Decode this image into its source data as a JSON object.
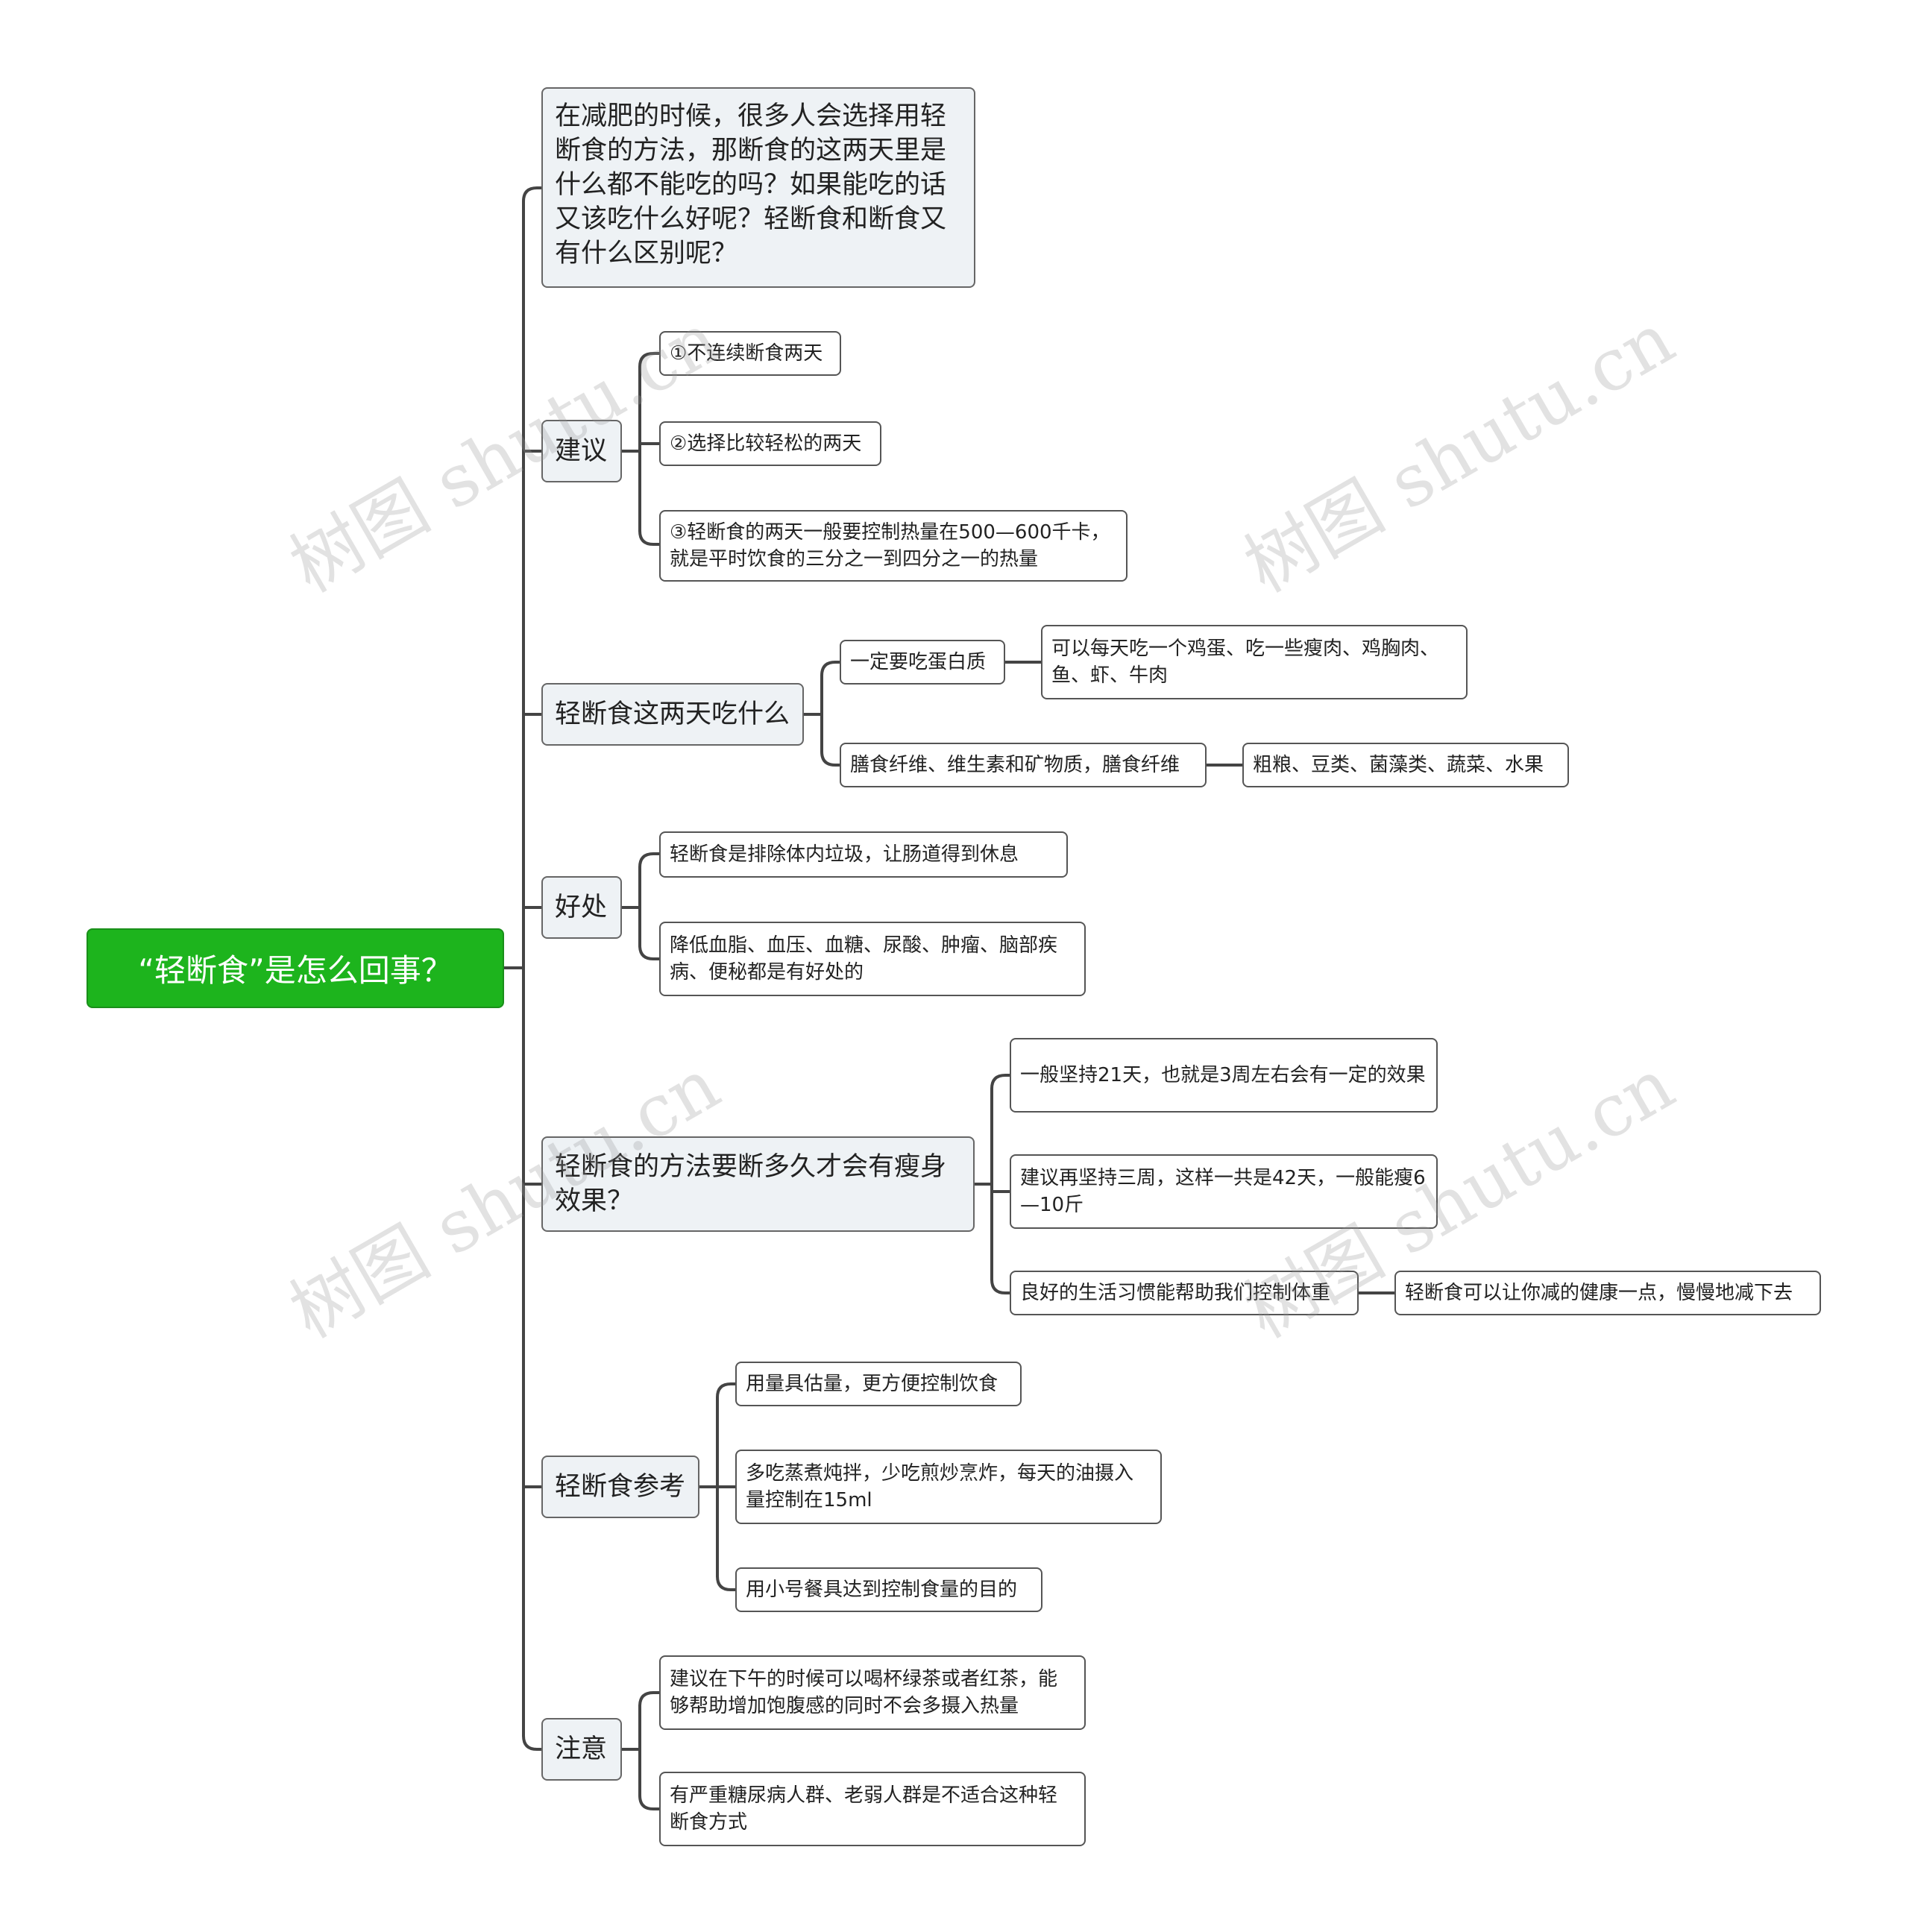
{
  "root": "“轻断食”是怎么回事？",
  "intro": "在减肥的时候，很多人会选择用轻断食的方法，那断食的这两天里是什么都不能吃的吗？如果能吃的话又该吃什么好呢？轻断食和断食又有什么区别呢？",
  "branches": {
    "advice": {
      "label": "建议",
      "items": [
        "①不连续断食两天",
        "②选择比较轻松的两天",
        "③轻断食的两天一般要控制热量在500—600千卡，就是平时饮食的三分之一到四分之一的热量"
      ]
    },
    "what_to_eat": {
      "label": "轻断食这两天吃什么",
      "protein": "一定要吃蛋白质",
      "protein_detail": "可以每天吃一个鸡蛋、吃一些瘦肉、鸡胸肉、鱼、虾、牛肉",
      "fiber": "膳食纤维、维生素和矿物质，膳食纤维",
      "fiber_detail": "粗粮、豆类、菌藻类、蔬菜、水果"
    },
    "benefits": {
      "label": "好处",
      "items": [
        "轻断食是排除体内垃圾，让肠道得到休息",
        "降低血脂、血压、血糖、尿酸、肿瘤、脑部疾病、便秘都是有好处的"
      ]
    },
    "duration": {
      "label": "轻断食的方法要断多久才会有瘦身效果？",
      "items": [
        "一般坚持21天，也就是3周左右会有一定的效果",
        "建议再坚持三周，这样一共是42天，一般能瘦6—10斤",
        "良好的生活习惯能帮助我们控制体重"
      ],
      "habit_detail": "轻断食可以让你减的健康一点，慢慢地减下去"
    },
    "reference": {
      "label": "轻断食参考",
      "items": [
        "用量具估量，更方便控制饮食",
        "多吃蒸煮炖拌，少吃煎炒烹炸，每天的油摄入量控制在15ml",
        "用小号餐具达到控制食量的目的"
      ]
    },
    "notes": {
      "label": "注意",
      "items": [
        "建议在下午的时候可以喝杯绿茶或者红茶，能够帮助增加饱腹感的同时不会多摄入热量",
        "有严重糖尿病人群、老弱人群是不适合这种轻断食方式"
      ]
    }
  },
  "watermark": "树图 shutu.cn",
  "colors": {
    "root_fill": "#1db41d",
    "branch_fill": "#eef2f5",
    "line": "#444444"
  }
}
